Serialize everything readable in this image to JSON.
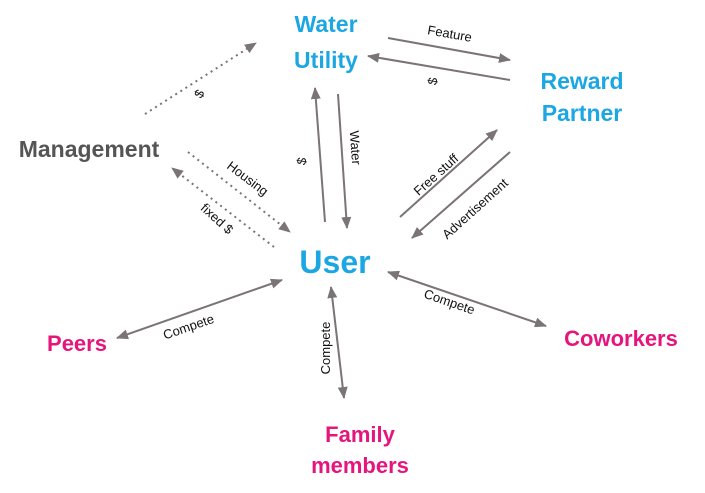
{
  "colors": {
    "arrow": "#7a7474",
    "blue": "#1ca7e3",
    "magenta": "#e5157b",
    "gray": "#555555"
  },
  "nodes": {
    "water_utility": [
      "Water",
      "Utility"
    ],
    "reward_partner": [
      "Reward",
      "Partner"
    ],
    "management": "Management",
    "user": "User",
    "peers": "Peers",
    "coworkers": "Coworkers",
    "family_members": [
      "Family",
      "members"
    ]
  },
  "edges": {
    "feature": "Feature",
    "partner_dollar": "$",
    "mgmt_dollar": "$",
    "user_dollar": "$",
    "water": "Water",
    "free_stuff": "Free stuff",
    "advertisement": "Advertisement",
    "housing": "Housing",
    "fixed_dollar": "fixed $",
    "compete_peers": "Compete",
    "compete_family": "Compete",
    "compete_coworkers": "Compete"
  }
}
